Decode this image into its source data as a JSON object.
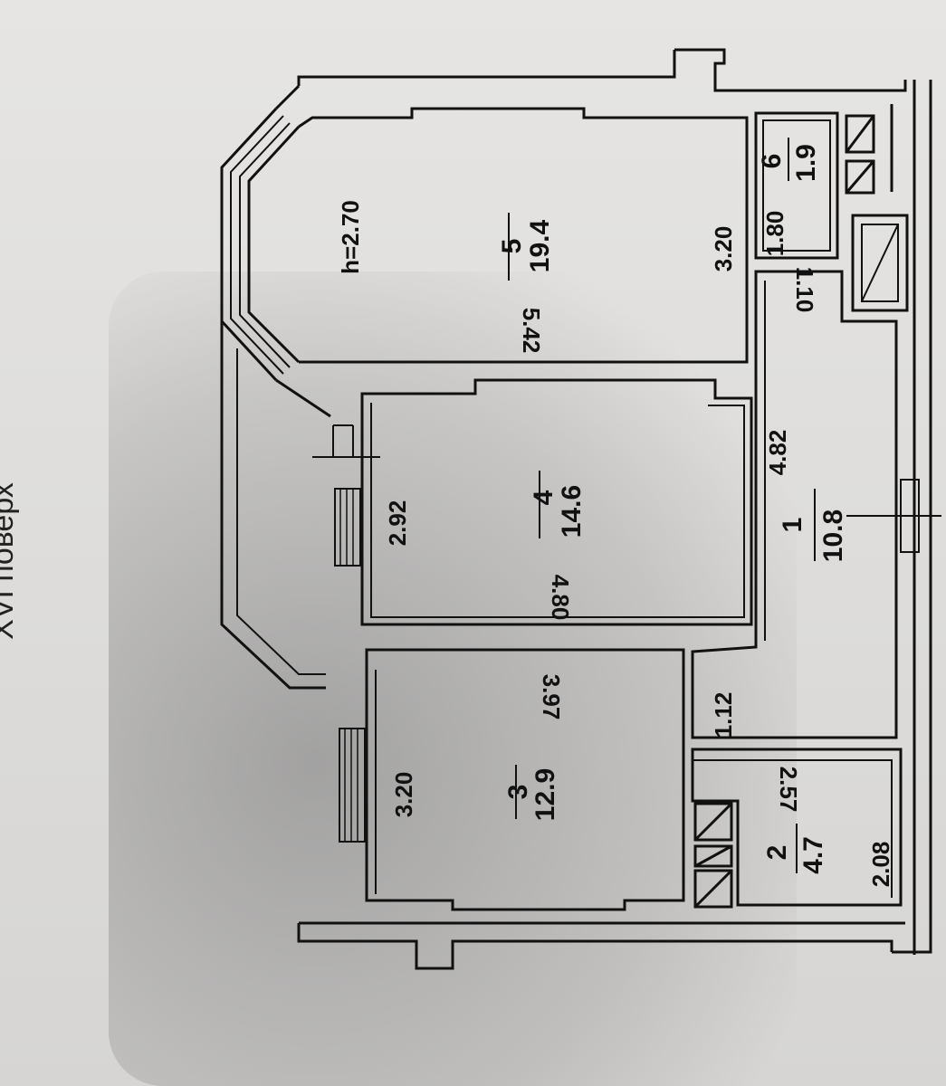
{
  "floor_title": "XVI поверх",
  "ceiling_height": "h=2.70",
  "rooms": [
    {
      "number": "5",
      "area": "19.4",
      "dims": [
        "5.42",
        "3.20"
      ]
    },
    {
      "number": "4",
      "area": "14.6",
      "dims": [
        "2.92",
        "4.80"
      ]
    },
    {
      "number": "3",
      "area": "12.9",
      "dims": [
        "3.97",
        "3.20"
      ]
    },
    {
      "number": "1",
      "area": "10.8",
      "dims": [
        "4.82",
        "1.12"
      ]
    },
    {
      "number": "2",
      "area": "4.7",
      "dims": [
        "2.57",
        "2.08"
      ]
    },
    {
      "number": "6",
      "area": "1.9",
      "dims": [
        "1.80",
        "1.10"
      ]
    }
  ]
}
